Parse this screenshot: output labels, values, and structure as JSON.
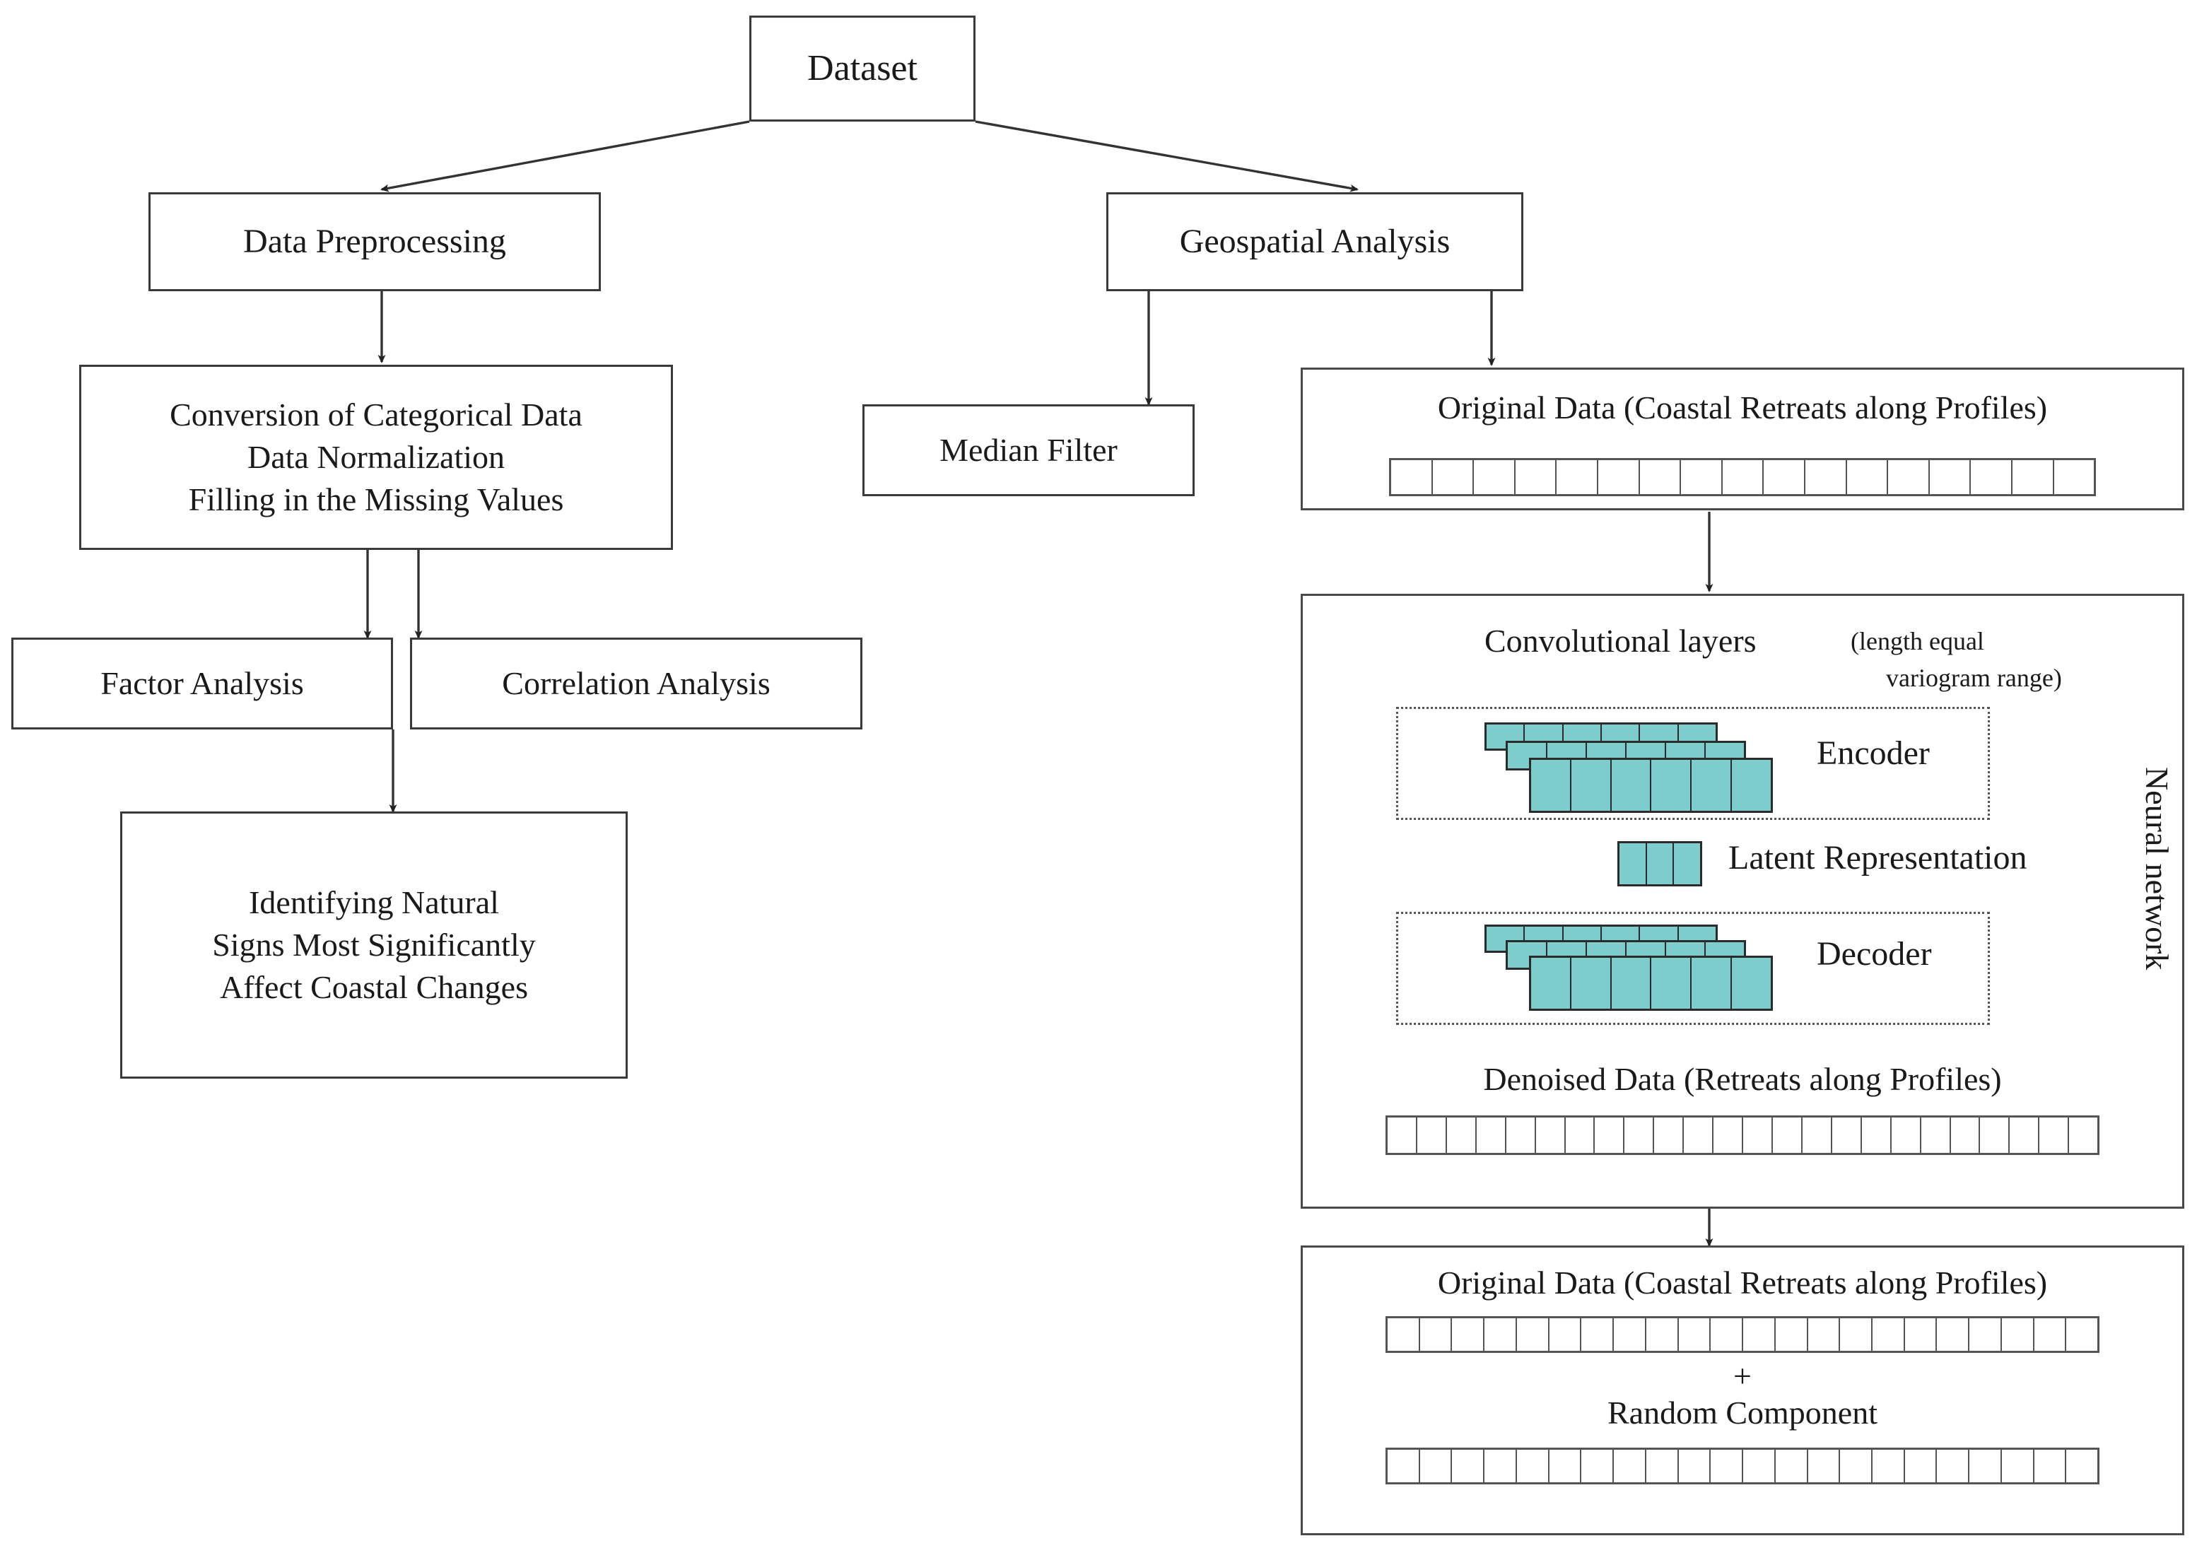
{
  "diagram": {
    "title": "Coastal retreat analysis methodology flowchart",
    "colors": {
      "teal_block": "#7ecdcd",
      "outline": "#3a3a3a",
      "background": "#ffffff",
      "dashed_group": "#555555"
    }
  },
  "nodes": {
    "dataset": "Dataset",
    "data_preprocessing": "Data Preprocessing",
    "geospatial_analysis": "Geospatial Analysis",
    "preprocessing_steps": {
      "line1": "Conversion of Categorical Data",
      "line2": "Data Normalization",
      "line3": "Filling in the Missing Values"
    },
    "median_filter": "Median Filter",
    "factor_analysis": "Factor Analysis",
    "correlation_analysis": "Correlation Analysis",
    "identifying": {
      "line1": "Identifying Natural",
      "line2": "Signs Most Significantly",
      "line3": "Affect Coastal Changes"
    }
  },
  "neural_network": {
    "side_label": "Neural network",
    "input_block": {
      "caption": "Original Data (Coastal Retreats along Profiles)",
      "cells": 17
    },
    "conv_label": {
      "line1": "Convolutional layers",
      "line2": "(length equal",
      "line3": "variogram range)"
    },
    "encoder": {
      "label": "Encoder",
      "layers": 3,
      "cells_per_layer": 6
    },
    "latent": {
      "label": "Latent Representation",
      "cells": 3
    },
    "decoder": {
      "label": "Decoder",
      "layers": 3,
      "cells_per_layer": 6
    },
    "output_block": {
      "caption": "Denoised Data (Retreats along Profiles)",
      "cells": 24
    }
  },
  "final_block": {
    "caption_original": "Original Data (Coastal Retreats along Profiles)",
    "cells_original": 22,
    "plus": "+",
    "caption_random": "Random Component",
    "cells_random": 22
  }
}
